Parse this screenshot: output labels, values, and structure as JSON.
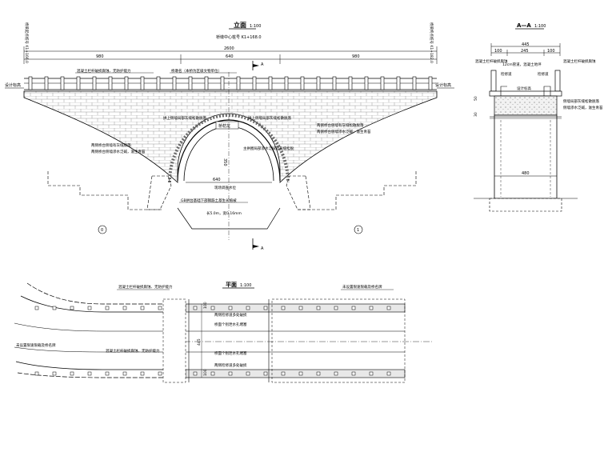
{
  "elevation": {
    "title": "立面",
    "scale": "1:100",
    "centerline_stake": "桥墩中心桩号 K1+168.0",
    "left_stake": "桥梁起点桩号 K1+166.0",
    "right_stake": "桥梁终点桩号 K1+182.0",
    "total_width": "2600",
    "span_left": "980",
    "span_center": "640",
    "span_right": "980",
    "design_elevation_left": "设计标高",
    "design_elevation_right": "设计标高",
    "note_railing": "混凝土栏杆破损腐蚀、无防护能力",
    "note_bridge_name": "桥墩名（本桥为区级文物单位）",
    "note_arch_crack": "拱上侧墙局部灰缝松散脱落",
    "note_arch_crack_right": "拱上侧墙局部灰缝松散脱落",
    "note_right_wall_1": "两侧桥台侧墙有灰缝松散脱落",
    "note_right_wall_2": "两侧桥台侧墙渗水泛碱，滋生青苔",
    "note_left_wall_1": "两侧桥台侧墙有灰缝脱落",
    "note_left_wall_2": "两侧桥台侧墙渗水泛碱，滋生青苔",
    "note_keystone": "桥枋龙",
    "note_arch_ring": "主拱圈局部渗水泛碱及灰缝松脱",
    "arch_height": "350",
    "arch_span": "640",
    "water_level": "现场调查水位",
    "note_riverbed_1": "GB拱台基础下部钢筋土基生长植被",
    "note_riverbed_2": "长5.0m，宽0.16mm",
    "section_mark": "A",
    "axis_0": "0",
    "axis_1": "1"
  },
  "section": {
    "title": "A—A",
    "scale": "1:100",
    "total_width": "445",
    "w_left": "100",
    "w_center": "245",
    "w_right": "100",
    "note_railing_left": "混凝土栏杆破损腐蚀",
    "note_pipe": "12cm管道，混凝土地坪",
    "note_railing_right": "混凝土栏杆破损腐蚀",
    "note_maint_left": "检修道",
    "note_maint_right": "检修道",
    "note_design": "设计标高",
    "note_side_1": "侧墙局部灰缝松散脱落",
    "note_side_2": "侧墙渗水泛碱，滋生青苔",
    "base_width": "480",
    "dim_a": "50",
    "dim_b": "30"
  },
  "plan": {
    "title": "平面",
    "scale": "1:100",
    "note_railing_top": "混凝土栏杆破损腐蚀、无防护能力",
    "note_no_sign_top": "未设置限速限载及桥名牌",
    "note_no_sign_left": "未设置限速限载及桥名牌",
    "note_railing_bottom": "混凝土栏杆破损腐蚀、无防护能力",
    "note_maint_1": "两侧检修道多处破损",
    "note_drain_1": "桥面个别泄水孔堵塞",
    "note_drain_2": "桥面个别泄水孔堵塞",
    "note_maint_2": "两侧检修道多处破损",
    "dim_top": "100",
    "dim_mid": "445",
    "dim_bottom": "100"
  }
}
